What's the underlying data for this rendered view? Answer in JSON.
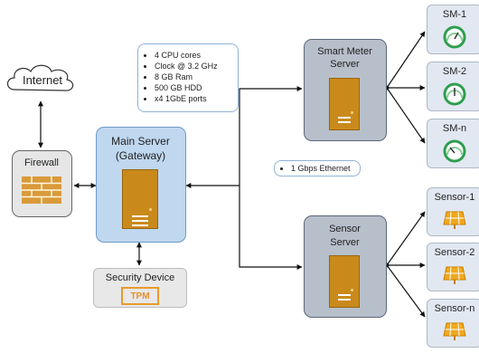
{
  "internet": {
    "label": "Internet"
  },
  "firewall": {
    "label": "Firewall"
  },
  "main_server": {
    "line1": "Main Server",
    "line2": "(Gateway)"
  },
  "specs": [
    "4 CPU cores",
    "Clock @ 3.2 GHz",
    "8 GB Ram",
    "500 GB HDD",
    "x4 1GbE ports"
  ],
  "security_device": {
    "label": "Security Device",
    "chip": "TPM"
  },
  "ethernet_note": [
    "1 Gbps Ethernet"
  ],
  "smart_meter_server": {
    "line1": "Smart Meter",
    "line2": "Server"
  },
  "sensor_server": {
    "line1": "Sensor",
    "line2": "Server"
  },
  "smart_meters": [
    "SM-1",
    "SM-2",
    "SM-n"
  ],
  "sensors": [
    "Sensor-1",
    "Sensor-2",
    "Sensor-n"
  ],
  "colors": {
    "server_box": "#bfd7ef",
    "server_box_border": "#6f9cc8",
    "gray_box": "#b7bfcb",
    "gray_box_border": "#5c6778",
    "light_box": "#e8e8e8",
    "device_box": "#e2e8f1",
    "server_tower": "#c98a1b",
    "meter": "#2f9e4f",
    "sensor": "#f0a91c",
    "tpm": "#e8902a"
  }
}
